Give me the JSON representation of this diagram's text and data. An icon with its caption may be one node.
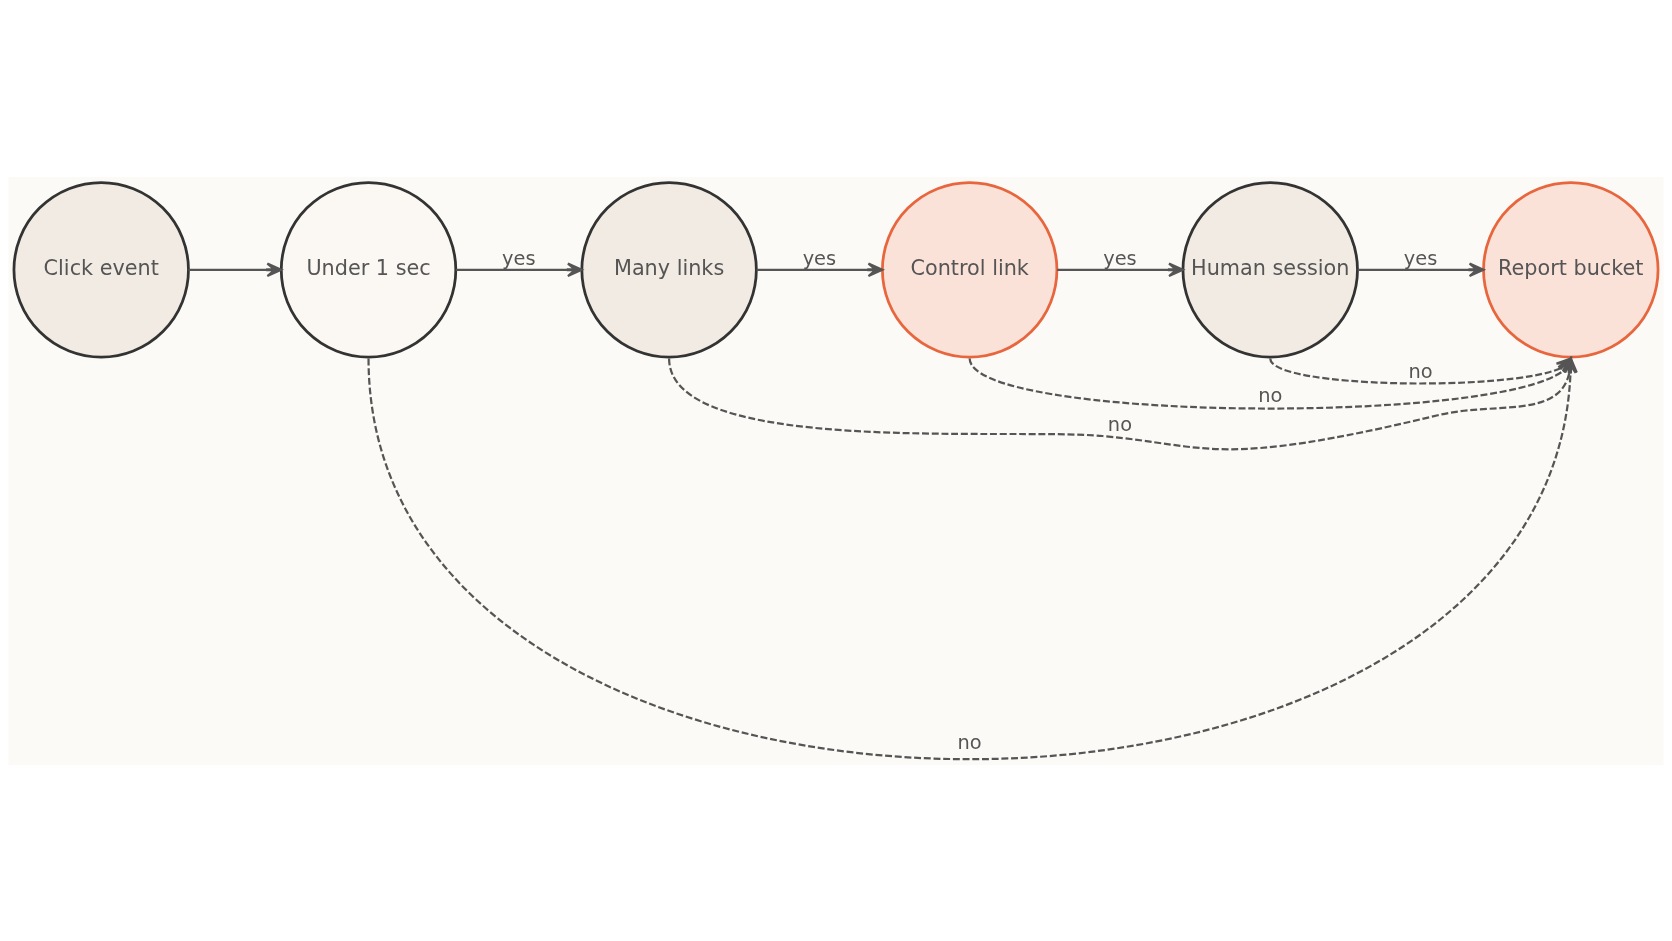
{
  "diagram": {
    "nodes": [
      {
        "text": [
          "Click event"
        ]
      },
      {
        "text": [
          "Under 1 sec"
        ]
      },
      {
        "text": [
          "Many links"
        ]
      },
      {
        "text": [
          "Control link"
        ]
      },
      {
        "text": [
          "Human session"
        ]
      },
      {
        "text": [
          "Report bucket"
        ]
      }
    ],
    "edges": [
      {
        "from": 0,
        "to": 1,
        "arrow": "to"
      },
      {
        "from": 1,
        "to": 2,
        "arrow": "to",
        "label": "yes"
      },
      {
        "from": 2,
        "to": 3,
        "arrow": "to",
        "label": "yes"
      },
      {
        "from": 3,
        "to": 4,
        "arrow": "to",
        "label": "yes"
      },
      {
        "from": 4,
        "to": 5,
        "arrow": "to",
        "label": "yes"
      },
      {
        "from": 1,
        "to": 5,
        "arrow": "to",
        "label": "no",
        "style": "dashed"
      },
      {
        "from": 2,
        "to": 5,
        "arrow": "to",
        "label": "no",
        "style": "dashed"
      },
      {
        "from": 3,
        "to": 5,
        "arrow": "to",
        "label": "no",
        "style": "dashed"
      },
      {
        "from": 4,
        "to": 5,
        "arrow": "to",
        "label": "no",
        "style": "dashed"
      }
    ]
  }
}
